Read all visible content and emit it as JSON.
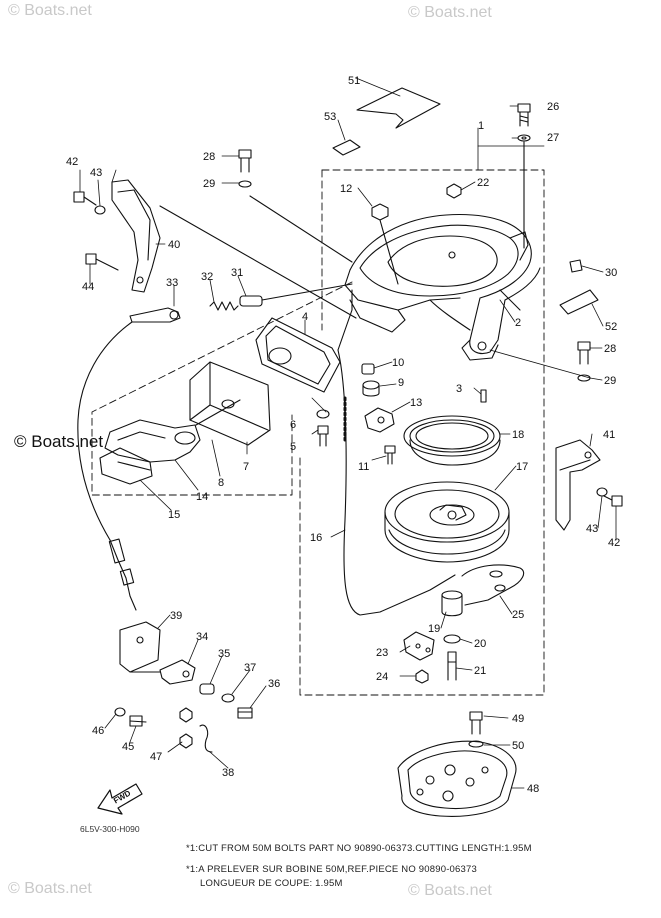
{
  "watermarks": {
    "top_left": "© Boats.net",
    "top_right": "© Boats.net",
    "middle_left": "© Boats.net",
    "bottom_left": "© Boats.net",
    "bottom_right": "© Boats.net"
  },
  "fwd_label": "FWD",
  "diagram_code": "6L5V-300-H090",
  "notes": [
    "*1:CUT FROM 50M BOLTS PART NO 90890-06373.CUTTING LENGTH:1.95M",
    "*1:A PRELEVER SUR BOBINE 50M,REF.PIECE NO 90890-06373",
    "LONGUEUR DE COUPE: 1.95M"
  ],
  "part_numbers": [
    "1",
    "2",
    "3",
    "4",
    "5",
    "6",
    "7",
    "8",
    "9",
    "10",
    "11",
    "12",
    "13",
    "14",
    "15",
    "16",
    "17",
    "18",
    "19",
    "20",
    "21",
    "22",
    "23",
    "24",
    "25",
    "26",
    "27",
    "28",
    "28",
    "29",
    "29",
    "30",
    "31",
    "32",
    "33",
    "34",
    "35",
    "36",
    "37",
    "38",
    "39",
    "40",
    "41",
    "42",
    "42",
    "43",
    "43",
    "44",
    "45",
    "46",
    "47",
    "48",
    "49",
    "50",
    "51",
    "52",
    "53"
  ]
}
